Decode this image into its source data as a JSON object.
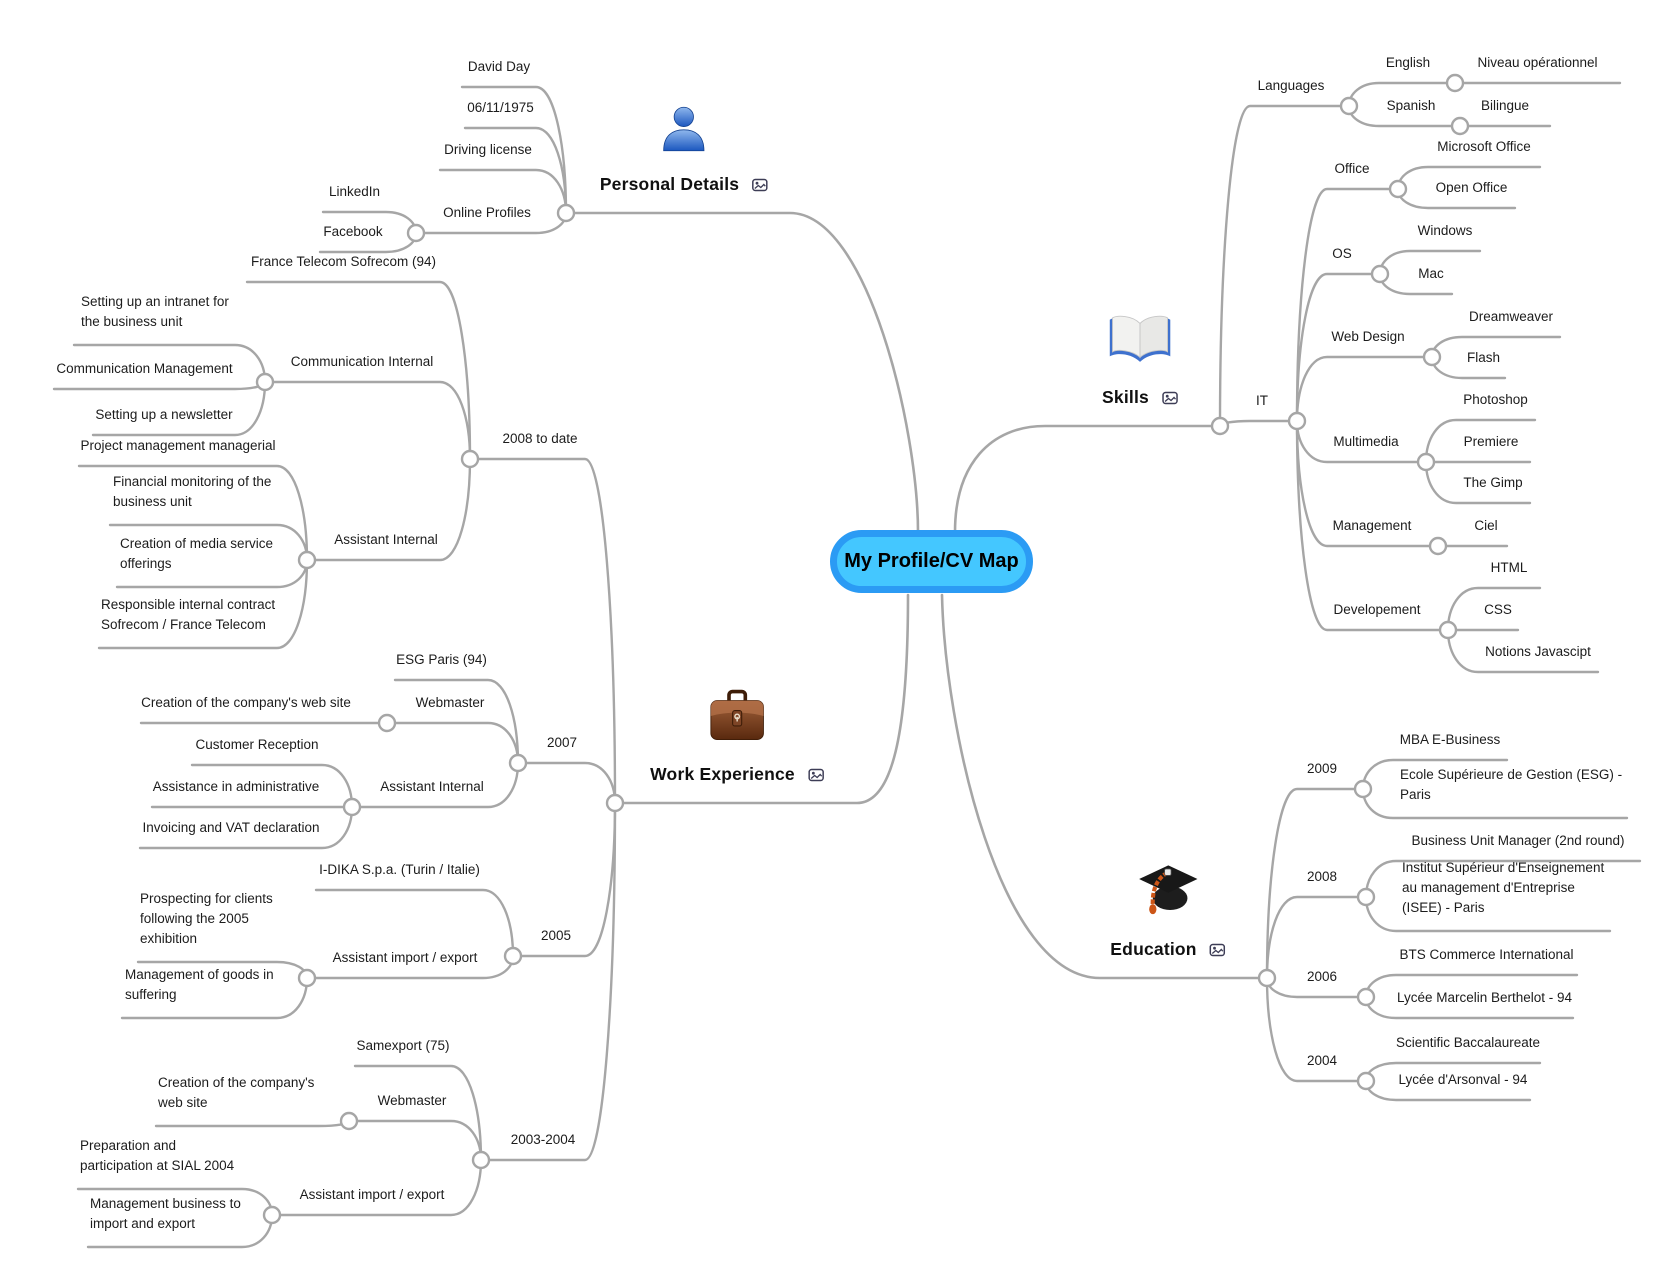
{
  "center": {
    "label": "My Profile/CV Map"
  },
  "colors": {
    "center_fill": "#44C7FF",
    "center_border": "#2B9BF4",
    "branch_line": "#A6A6A6",
    "text": "#1C1C1C",
    "badge": "#3D3D56"
  },
  "nodes": [
    {
      "id": "personal",
      "label": "Personal Details",
      "parent": "root",
      "kind": "main",
      "icon": "person-icon",
      "badge": "picture"
    },
    {
      "id": "david-day",
      "label": "David Day",
      "parent": "personal"
    },
    {
      "id": "birth-date",
      "label": "06/11/1975",
      "parent": "personal"
    },
    {
      "id": "driving-license",
      "label": "Driving license",
      "parent": "personal"
    },
    {
      "id": "online-profiles",
      "label": "Online Profiles",
      "parent": "personal"
    },
    {
      "id": "linkedin",
      "label": "LinkedIn",
      "parent": "online-profiles"
    },
    {
      "id": "facebook",
      "label": "Facebook",
      "parent": "online-profiles"
    },
    {
      "id": "skills",
      "label": "Skills",
      "parent": "root",
      "kind": "main",
      "icon": "book-icon",
      "badge": "picture"
    },
    {
      "id": "languages",
      "label": "Languages",
      "parent": "skills"
    },
    {
      "id": "english",
      "label": "English",
      "parent": "languages"
    },
    {
      "id": "niveau-operationnel",
      "label": "Niveau opérationnel",
      "parent": "english"
    },
    {
      "id": "spanish",
      "label": "Spanish",
      "parent": "languages"
    },
    {
      "id": "bilingue",
      "label": "Bilingue",
      "parent": "spanish"
    },
    {
      "id": "it",
      "label": "IT",
      "parent": "skills"
    },
    {
      "id": "office",
      "label": "Office",
      "parent": "it"
    },
    {
      "id": "microsoft-office",
      "label": "Microsoft Office",
      "parent": "office"
    },
    {
      "id": "open-office",
      "label": "Open Office",
      "parent": "office"
    },
    {
      "id": "os",
      "label": "OS",
      "parent": "it"
    },
    {
      "id": "windows",
      "label": "Windows",
      "parent": "os"
    },
    {
      "id": "mac",
      "label": "Mac",
      "parent": "os"
    },
    {
      "id": "web-design",
      "label": "Web Design",
      "parent": "it"
    },
    {
      "id": "dreamweaver",
      "label": "Dreamweaver",
      "parent": "web-design"
    },
    {
      "id": "flash",
      "label": "Flash",
      "parent": "web-design"
    },
    {
      "id": "multimedia",
      "label": "Multimedia",
      "parent": "it"
    },
    {
      "id": "photoshop",
      "label": "Photoshop",
      "parent": "multimedia"
    },
    {
      "id": "premiere",
      "label": "Premiere",
      "parent": "multimedia"
    },
    {
      "id": "the-gimp",
      "label": "The Gimp",
      "parent": "multimedia"
    },
    {
      "id": "management",
      "label": "Management",
      "parent": "it"
    },
    {
      "id": "ciel",
      "label": "Ciel",
      "parent": "management"
    },
    {
      "id": "developement",
      "label": "Developement",
      "parent": "it"
    },
    {
      "id": "html",
      "label": "HTML",
      "parent": "developement"
    },
    {
      "id": "css",
      "label": "CSS",
      "parent": "developement"
    },
    {
      "id": "notions-javascript",
      "label": "Notions Javascipt",
      "parent": "developement"
    },
    {
      "id": "education",
      "label": "Education",
      "parent": "root",
      "kind": "main",
      "icon": "graduation-cap-icon",
      "badge": "picture"
    },
    {
      "id": "year-2009",
      "label": "2009",
      "parent": "education"
    },
    {
      "id": "mba",
      "label": "MBA E-Business",
      "parent": "year-2009"
    },
    {
      "id": "esg",
      "label": "Ecole Supérieure de Gestion (ESG) -\nParis",
      "parent": "year-2009"
    },
    {
      "id": "year-2008",
      "label": "2008",
      "parent": "education"
    },
    {
      "id": "business-unit-manager",
      "label": "Business Unit Manager (2nd round)",
      "parent": "year-2008"
    },
    {
      "id": "isee",
      "label": "Institut Supérieur d'Enseignement\nau management d'Entreprise\n(ISEE) - Paris",
      "parent": "year-2008"
    },
    {
      "id": "year-2006",
      "label": "2006",
      "parent": "education"
    },
    {
      "id": "bts",
      "label": "BTS Commerce International",
      "parent": "year-2006"
    },
    {
      "id": "lycee-marcelin",
      "label": "Lycée Marcelin Berthelot - 94",
      "parent": "year-2006"
    },
    {
      "id": "year-2004",
      "label": "2004",
      "parent": "education"
    },
    {
      "id": "scientific-bac",
      "label": "Scientific Baccalaureate",
      "parent": "year-2004"
    },
    {
      "id": "lycee-arsonval",
      "label": "Lycée d'Arsonval - 94",
      "parent": "year-2004"
    },
    {
      "id": "work",
      "label": "Work Experience",
      "parent": "root",
      "kind": "main",
      "icon": "briefcase-icon",
      "badge": "picture"
    },
    {
      "id": "period-2008",
      "label": "2008 to date",
      "parent": "work"
    },
    {
      "id": "france-telecom",
      "label": "France Telecom Sofrecom (94)",
      "parent": "period-2008"
    },
    {
      "id": "comm-internal",
      "label": "Communication Internal",
      "parent": "period-2008"
    },
    {
      "id": "intranet",
      "label": "Setting up an intranet for\nthe business unit",
      "parent": "comm-internal"
    },
    {
      "id": "comm-management",
      "label": "Communication Management",
      "parent": "comm-internal"
    },
    {
      "id": "newsletter",
      "label": "Setting up a newsletter",
      "parent": "comm-internal"
    },
    {
      "id": "assistant-internal-2008",
      "label": "Assistant Internal",
      "parent": "period-2008"
    },
    {
      "id": "project-mgmt",
      "label": "Project management managerial",
      "parent": "assistant-internal-2008"
    },
    {
      "id": "financial-monitoring",
      "label": "Financial monitoring of the\nbusiness unit",
      "parent": "assistant-internal-2008"
    },
    {
      "id": "media-offerings",
      "label": "Creation of media service\nofferings",
      "parent": "assistant-internal-2008"
    },
    {
      "id": "responsible-contract",
      "label": "Responsible internal contract\nSofrecom / France Telecom",
      "parent": "assistant-internal-2008"
    },
    {
      "id": "year-2007",
      "label": "2007",
      "parent": "work"
    },
    {
      "id": "esg-paris",
      "label": "ESG Paris (94)",
      "parent": "year-2007"
    },
    {
      "id": "webmaster-2007",
      "label": "Webmaster",
      "parent": "year-2007"
    },
    {
      "id": "creation-web-2007",
      "label": "Creation of the company's web site",
      "parent": "webmaster-2007"
    },
    {
      "id": "assistant-internal-2007",
      "label": "Assistant Internal",
      "parent": "year-2007"
    },
    {
      "id": "customer-reception",
      "label": "Customer Reception",
      "parent": "assistant-internal-2007"
    },
    {
      "id": "assistance-admin",
      "label": "Assistance in administrative",
      "parent": "assistant-internal-2007"
    },
    {
      "id": "invoicing",
      "label": "Invoicing and VAT declaration",
      "parent": "assistant-internal-2007"
    },
    {
      "id": "year-2005",
      "label": "2005",
      "parent": "work"
    },
    {
      "id": "idika",
      "label": "I-DIKA S.p.a. (Turin / Italie)",
      "parent": "year-2005"
    },
    {
      "id": "assistant-import-2005",
      "label": "Assistant import / export",
      "parent": "year-2005"
    },
    {
      "id": "prospecting",
      "label": "Prospecting for clients\nfollowing the 2005\nexhibition",
      "parent": "assistant-import-2005"
    },
    {
      "id": "goods-suffering",
      "label": "Management of goods in\nsuffering",
      "parent": "assistant-import-2005"
    },
    {
      "id": "period-2003",
      "label": "2003-2004",
      "parent": "work"
    },
    {
      "id": "samexport",
      "label": "Samexport (75)",
      "parent": "period-2003"
    },
    {
      "id": "webmaster-2003",
      "label": "Webmaster",
      "parent": "period-2003"
    },
    {
      "id": "creation-web-2003",
      "label": "Creation of the company's\nweb site",
      "parent": "webmaster-2003"
    },
    {
      "id": "assistant-import-2003",
      "label": "Assistant import / export",
      "parent": "period-2003"
    },
    {
      "id": "preparation-sial",
      "label": "Preparation and\nparticipation at SIAL 2004",
      "parent": "assistant-import-2003"
    },
    {
      "id": "mgmt-business",
      "label": "Management business to\nimport and export",
      "parent": "assistant-import-2003"
    }
  ]
}
